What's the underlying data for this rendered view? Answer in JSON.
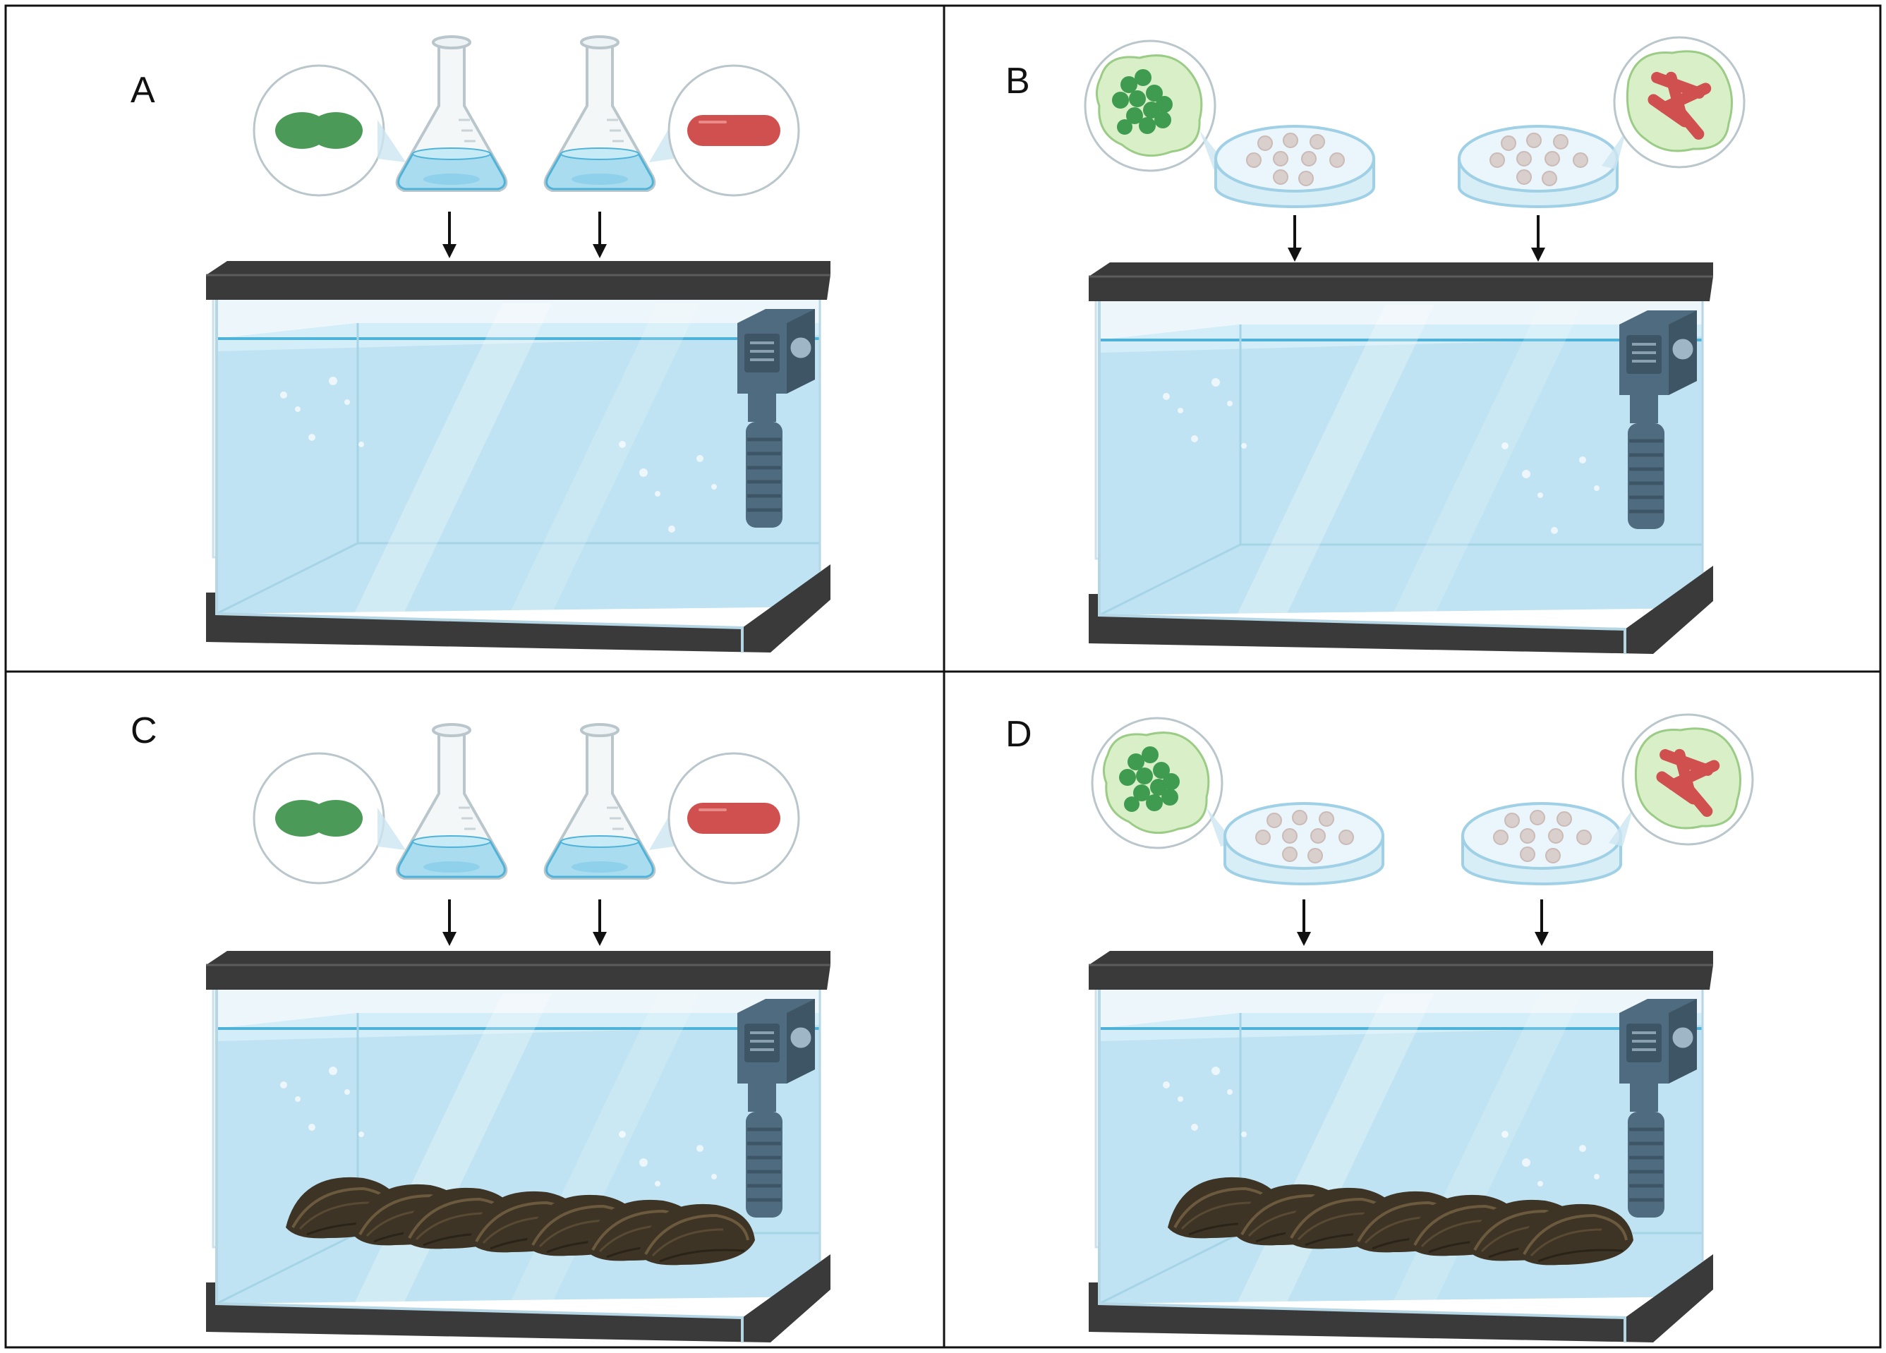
{
  "panels": [
    {
      "label": "A",
      "source": "flask",
      "mussels": false
    },
    {
      "label": "B",
      "source": "petri-dish",
      "mussels": false
    },
    {
      "label": "C",
      "source": "flask",
      "mussels": true
    },
    {
      "label": "D",
      "source": "petri-dish",
      "mussels": true
    }
  ],
  "colors": {
    "border": "#111111",
    "water": "#bfe3f2",
    "water_edge": "#4fb3d9",
    "glass": "#d9eef6",
    "tank_frame": "#3a3a3a",
    "filter": "#4f6b80",
    "green_bacteria": "#3f9b4f",
    "red_bacteria": "#d0504f",
    "biofilm": "#d8efc8",
    "mussel": "#3e3425"
  },
  "icons": {
    "flask": "erlenmeyer-flask-icon",
    "petri": "petri-dish-icon",
    "arrow": "down-arrow-icon",
    "filter": "aquarium-filter-icon",
    "mussel": "mussel-icon"
  }
}
